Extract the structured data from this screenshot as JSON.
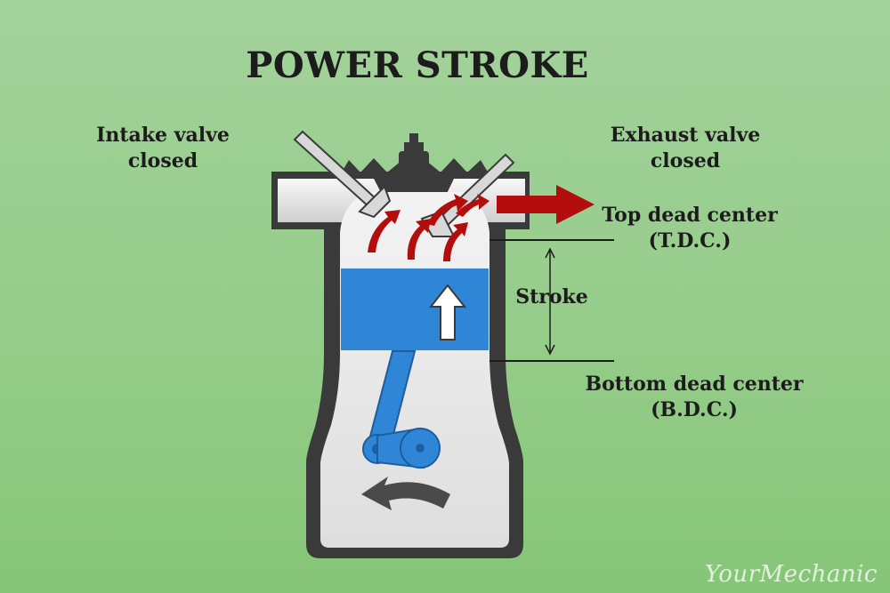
{
  "title": "POWER STROKE",
  "labels": {
    "intake_line1": "Intake valve",
    "intake_line2": "closed",
    "exhaust_line1": "Exhaust valve",
    "exhaust_line2": "closed",
    "tdc_line1": "Top dead center",
    "tdc_line2": "(T.D.C.)",
    "stroke": "Stroke",
    "bdc_line1": "Bottom dead center",
    "bdc_line2": "(B.D.C.)"
  },
  "watermark": "YourMechanic",
  "colors": {
    "background": "#97cd8c",
    "engine_outline": "#3a3a3a",
    "cylinder_fill": "#ececec",
    "piston": "#2f86d6",
    "combustion_arrows": "#b30d0d",
    "rotation_arrow": "#4a4a4a"
  }
}
